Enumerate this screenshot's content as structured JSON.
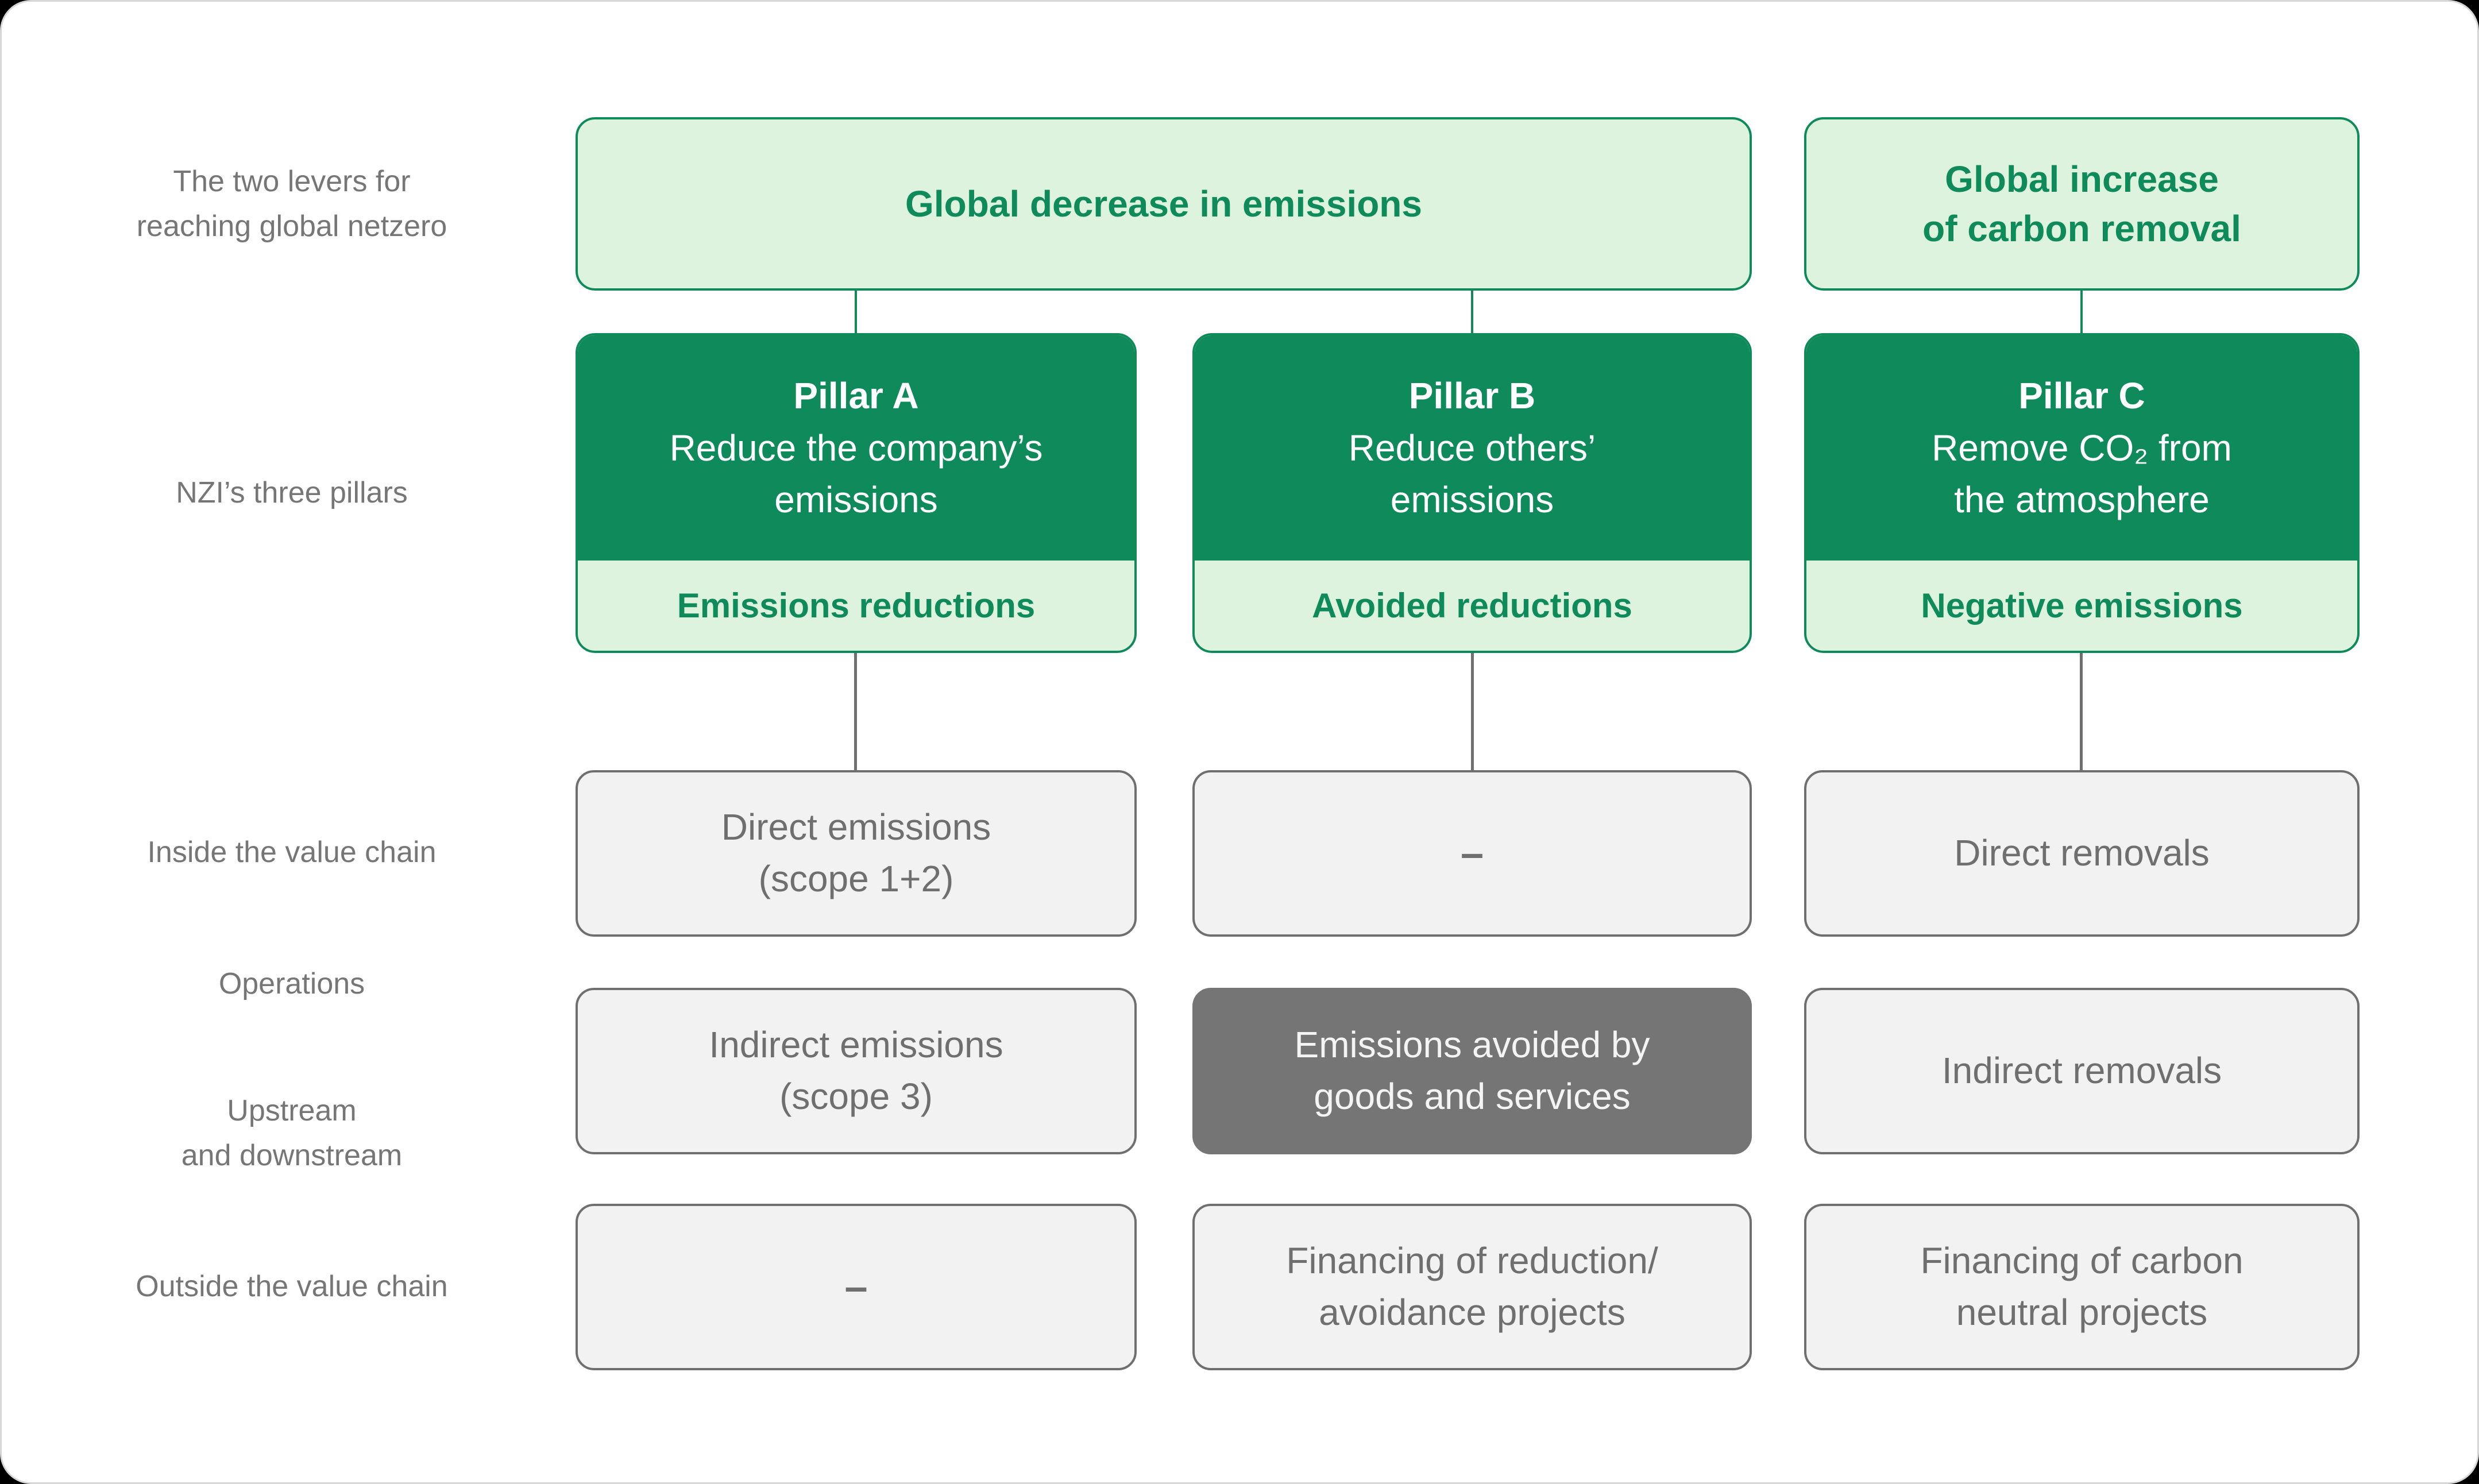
{
  "colors": {
    "green_dark": "#0f8a5b",
    "green_light": "#ddf3de",
    "gray_fill": "#f2f2f2",
    "gray_border": "#6f6f6f",
    "gray_dark_fill": "#757575",
    "side_label_gray": "#767676",
    "card_border": "#d6d6d6"
  },
  "side_labels": {
    "levers": "The two levers for\nreaching global netzero",
    "pillars": "NZI’s three pillars",
    "inside": "Inside the value chain",
    "operations": "Operations",
    "upstream": "Upstream\nand downstream",
    "outside": "Outside the value chain"
  },
  "levers": [
    {
      "label": "Global decrease in emissions"
    },
    {
      "label": "Global increase\nof carbon removal"
    }
  ],
  "pillars": [
    {
      "title": "Pillar A",
      "subtitle": "Reduce the company’s\nemissions",
      "tag": "Emissions reductions"
    },
    {
      "title": "Pillar B",
      "subtitle": "Reduce others’\nemissions",
      "tag": "Avoided reductions"
    },
    {
      "title": "Pillar C",
      "subtitle": "Remove CO₂ from\nthe atmosphere",
      "tag": "Negative emissions"
    }
  ],
  "matrix": {
    "rows": [
      {
        "cells": [
          {
            "text": "Direct emissions\n(scope 1+2)",
            "variant": "light"
          },
          {
            "text": "–",
            "variant": "light"
          },
          {
            "text": "Direct removals",
            "variant": "light"
          }
        ]
      },
      {
        "cells": [
          {
            "text": "Indirect emissions\n(scope 3)",
            "variant": "light"
          },
          {
            "text": "Emissions avoided by\ngoods and services",
            "variant": "dark"
          },
          {
            "text": "Indirect removals",
            "variant": "light"
          }
        ]
      },
      {
        "cells": [
          {
            "text": "–",
            "variant": "light"
          },
          {
            "text": "Financing of reduction/\navoidance projects",
            "variant": "light"
          },
          {
            "text": "Financing of carbon\nneutral projects",
            "variant": "light"
          }
        ]
      }
    ]
  }
}
